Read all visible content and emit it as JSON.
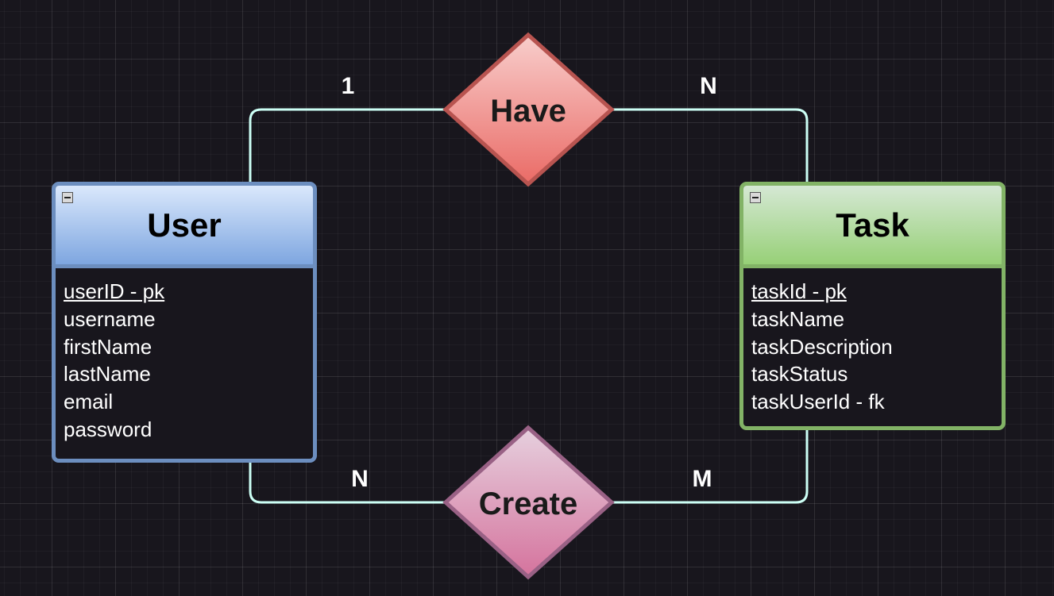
{
  "entities": {
    "user": {
      "title": "User",
      "attributes": [
        "userID - pk",
        "username",
        "firstName",
        "lastName",
        "email",
        "password"
      ]
    },
    "task": {
      "title": "Task",
      "attributes": [
        "taskId - pk",
        "taskName",
        "taskDescription",
        "taskStatus",
        "taskUserId - fk"
      ]
    }
  },
  "relationships": {
    "have": {
      "label": "Have",
      "card_left": "1",
      "card_right": "N"
    },
    "create": {
      "label": "Create",
      "card_left": "N",
      "card_right": "M"
    }
  },
  "colors": {
    "background": "#18161d",
    "connector": "#ccfff5",
    "user_border": "#6c8ebf",
    "task_border": "#82b366",
    "have_fill": "#ea6b66",
    "create_fill": "#e08ab0"
  }
}
